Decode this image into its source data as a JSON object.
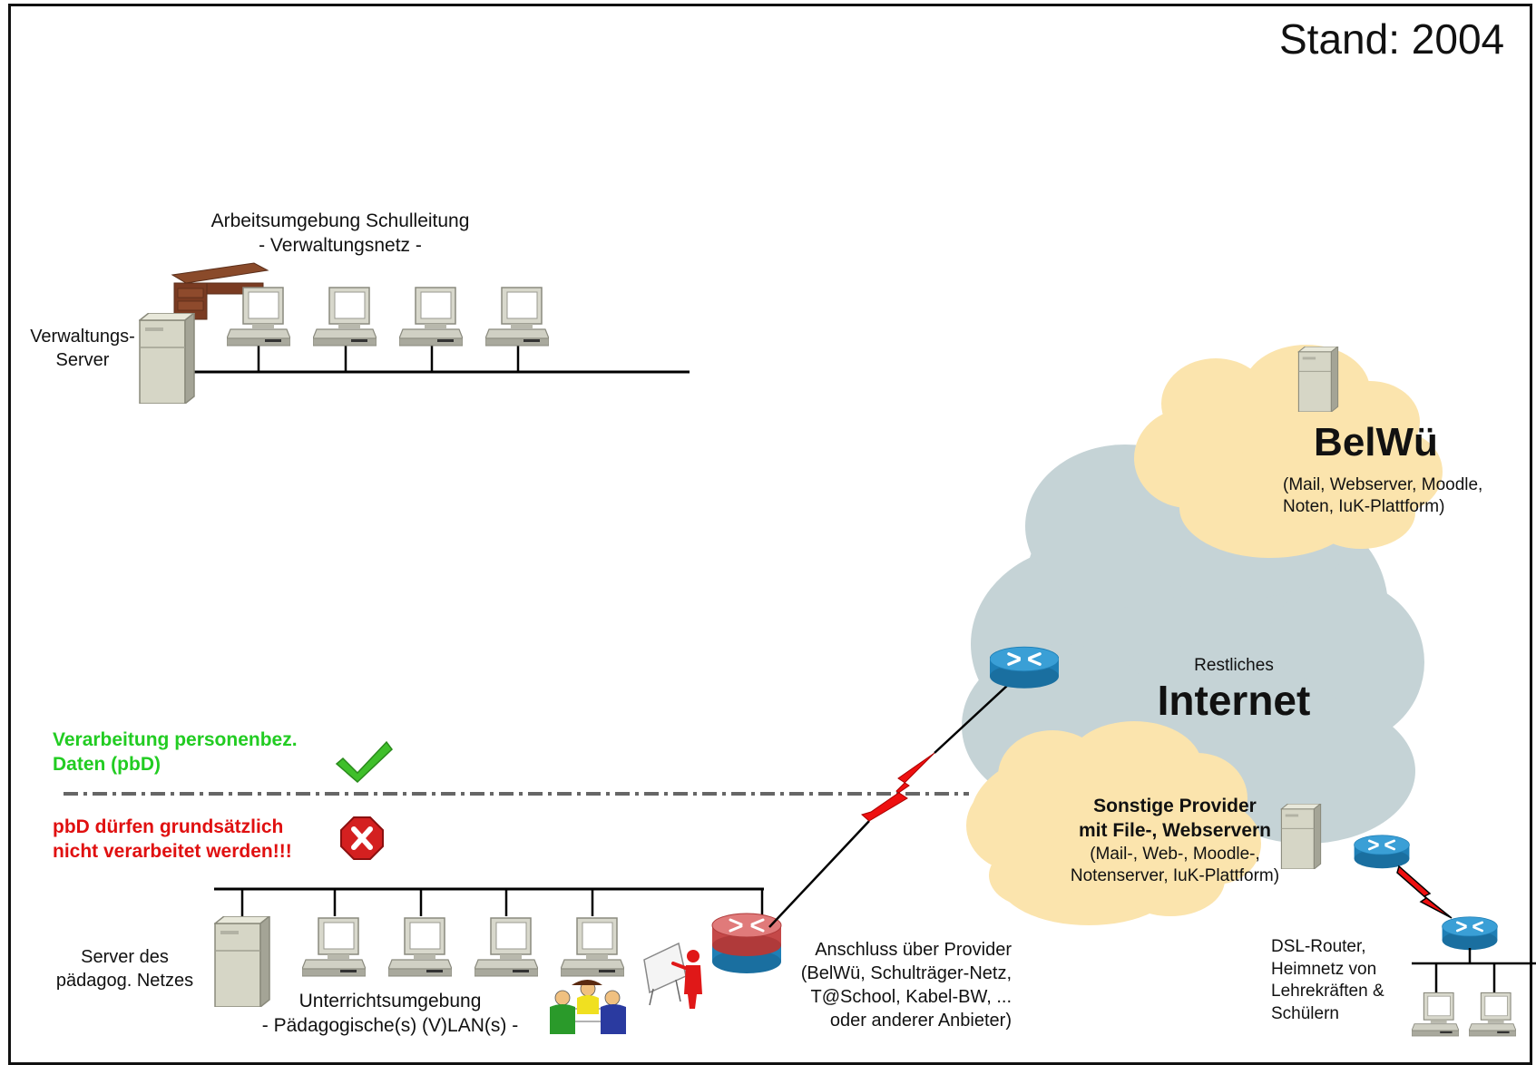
{
  "stand": "Stand: 2004",
  "admin": {
    "title_line1": "Arbeitsumgebung Schulleitung",
    "title_line2": "- Verwaltungsnetz -",
    "server_line1": "Verwaltungs-",
    "server_line2": "Server"
  },
  "ped": {
    "title_line1": "Unterrichtsumgebung",
    "title_line2": "- Pädagogische(s) (V)LAN(s) -",
    "server_line1": "Server des",
    "server_line2": "pädagog. Netzes"
  },
  "allowed": {
    "line1": "Verarbeitung personenbez.",
    "line2": "Daten (pbD)",
    "color": "#22cc22"
  },
  "forbidden": {
    "line1": "pbD dürfen grundsätzlich",
    "line2": "nicht verarbeitet werden!!!",
    "color": "#e01010"
  },
  "provider_connection": {
    "line1": "Anschluss über Provider",
    "line2": "(BelWü, Schulträger-Netz,",
    "line3": "T@School, Kabel-BW, ...",
    "line4": "oder anderer Anbieter)"
  },
  "internet": {
    "small": "Restliches",
    "big": "Internet",
    "color": "#c5d3d6"
  },
  "belwue": {
    "title": "BelWü",
    "line1": "(Mail, Webserver, Moodle,",
    "line2": "Noten, IuK-Plattform)",
    "color": "#fbe4ad"
  },
  "other_providers": {
    "line1": "Sonstige Provider",
    "line2": "mit File-, Webservern",
    "line3": "(Mail-, Web-, Moodle-,",
    "line4": "Notenserver, IuK-Plattform)"
  },
  "home": {
    "line1": "DSL-Router,",
    "line2": "Heimnetz von",
    "line3": "Lehrekräften &",
    "line4": "Schülern"
  },
  "icons": [
    "server-icon",
    "workstation-icon",
    "desk-icon",
    "router-icon",
    "check-icon",
    "stop-icon",
    "teacher-icon",
    "students-icon",
    "lightning-icon",
    "cloud-icon"
  ]
}
